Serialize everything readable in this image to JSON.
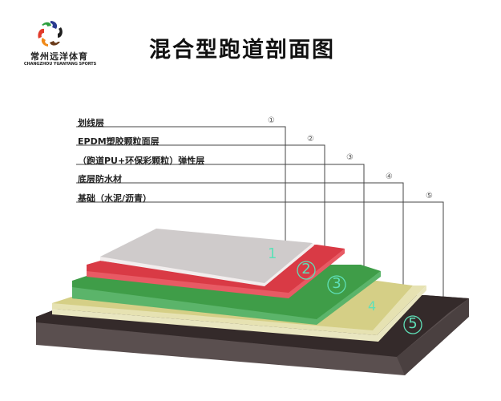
{
  "logo": {
    "name_cn": "常州远洋体育",
    "name_en": "CHANGZHOU YUANYANG SPORTS"
  },
  "title": "混合型跑道剖面图",
  "layers": [
    {
      "index": "①",
      "badge": "1",
      "label": "划线层",
      "color": "#cfcbcb"
    },
    {
      "index": "②",
      "badge": "②",
      "label": "EPDM塑胶颗粒面层",
      "color": "#d93a45"
    },
    {
      "index": "③",
      "badge": "③",
      "label": "（跑道PU+环保彩颗粒）弹性层",
      "color": "#3f9d48"
    },
    {
      "index": "④",
      "badge": "4",
      "label": "底层防水材",
      "color": "#d9d48e"
    },
    {
      "index": "⑤",
      "badge": "⑤",
      "label": "基础（水泥/沥青）",
      "color": "#3a3131"
    }
  ],
  "colors": {
    "line": "#444444",
    "badge": "#5fe0b8"
  }
}
